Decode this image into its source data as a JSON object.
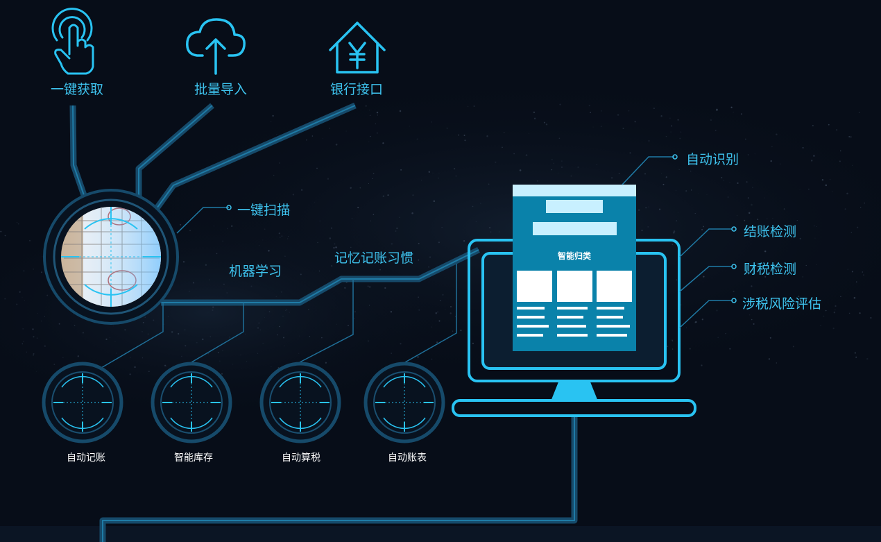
{
  "colors": {
    "background": "#070d18",
    "accent": "#29c3f2",
    "line_dark": "#164a6a",
    "line_mid": "#1f7ba6",
    "card": "#0a82aa"
  },
  "top_features": [
    {
      "label": "一键获取",
      "icon": "touch-hand-icon"
    },
    {
      "label": "批量导入",
      "icon": "cloud-upload-icon"
    },
    {
      "label": "银行接口",
      "icon": "bank-house-yen-icon"
    }
  ],
  "scan": {
    "label": "一键扫描",
    "icon": "scan-lens-icon"
  },
  "learning": {
    "machine_learning": "机器学习",
    "memory_habit": "记忆记账习惯"
  },
  "modules": [
    {
      "label": "自动记账",
      "icon": "crosshair-icon"
    },
    {
      "label": "智能库存",
      "icon": "crosshair-icon"
    },
    {
      "label": "自动算税",
      "icon": "crosshair-icon"
    },
    {
      "label": "自动账表",
      "icon": "crosshair-icon"
    }
  ],
  "monitor": {
    "icon": "monitor-icon",
    "doc_title": "智能归类"
  },
  "monitor_features": [
    {
      "label": "自动识别"
    },
    {
      "label": "结账检测"
    },
    {
      "label": "财税检测"
    },
    {
      "label": "涉税风险评估"
    }
  ]
}
